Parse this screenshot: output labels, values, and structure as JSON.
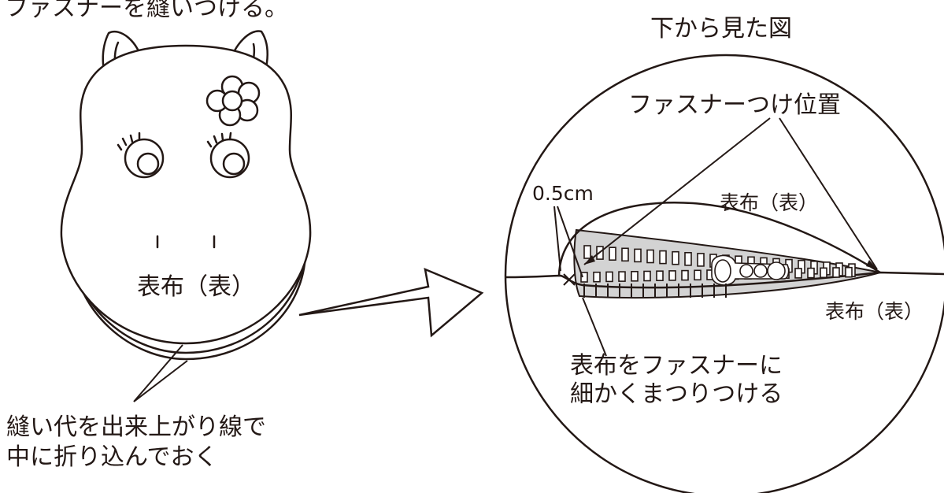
{
  "labels": {
    "top_left_fragment": "ファスナーを縫いつける。",
    "hippo_fabric": "表布（表）",
    "fold_note_line1": "縫い代を出来上がり線で",
    "fold_note_line2": "中に折り込んでおく",
    "view_from_below": "下から見た図",
    "zipper_position": "ファスナーつけ位置",
    "seam_allowance": "0.5cm",
    "fabric_top": "表布（表）",
    "fabric_bottom": "表布（表）",
    "stitch_note_line1": "表布をファスナーに",
    "stitch_note_line2": "細かくまつりつける"
  },
  "colors": {
    "ink": "#231815",
    "zipper_tape": "#d3d3d3",
    "paper": "#ffffff"
  },
  "icons": [
    "hippo-illustration",
    "flower-icon",
    "arrow-icon",
    "zipper-icon"
  ]
}
